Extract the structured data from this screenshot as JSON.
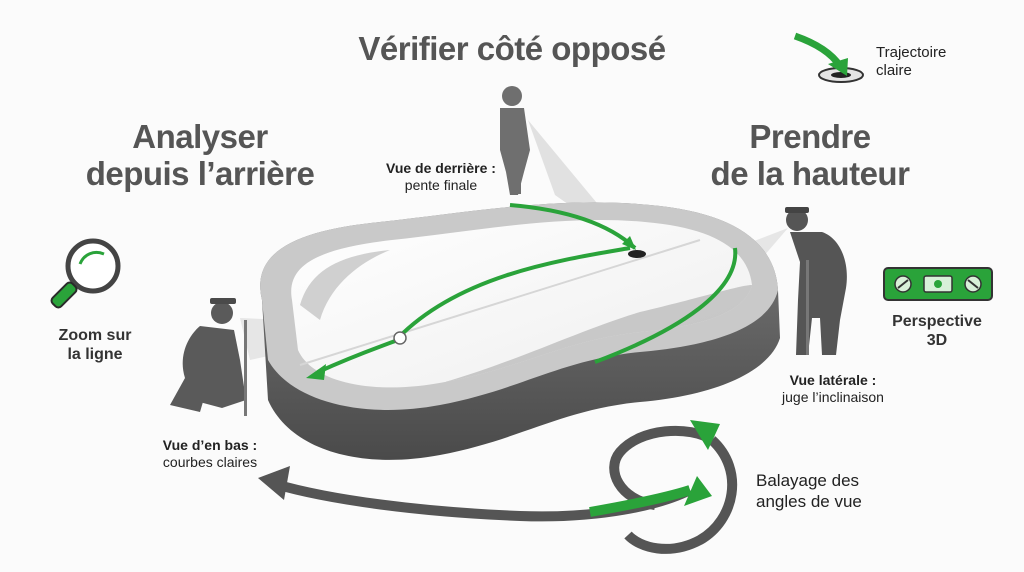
{
  "headings": {
    "top": "Vérifier côté opposé",
    "left_line1": "Analyser",
    "left_line2": "depuis l’arrière",
    "right_line1": "Prendre",
    "right_line2": "de la hauteur"
  },
  "legend": {
    "line1": "Trajectoire",
    "line2": "claire",
    "icon": "green-arrow-into-hole-icon"
  },
  "views": {
    "back": {
      "title": "Vue de derrière :",
      "desc": "pente finale"
    },
    "bottom": {
      "title": "Vue d’en bas :",
      "desc": "courbes claires"
    },
    "side": {
      "title": "Vue latérale :",
      "desc": "juge l’inclinaison"
    }
  },
  "tools": {
    "zoom_line1": "Zoom sur",
    "zoom_line2": "la ligne",
    "zoom_icon": "magnifier-icon",
    "perspective_line1": "Perspective",
    "perspective_line2": "3D",
    "level_icon": "spirit-level-icon"
  },
  "sweep": {
    "line1": "Balayage des",
    "line2": "angles de vue",
    "icon": "rotation-arrows-icon"
  },
  "colors": {
    "green": "#2aa33a",
    "dark_gray": "#555555",
    "mid_gray": "#8a8a8a",
    "light_gray": "#d9d9d9"
  }
}
